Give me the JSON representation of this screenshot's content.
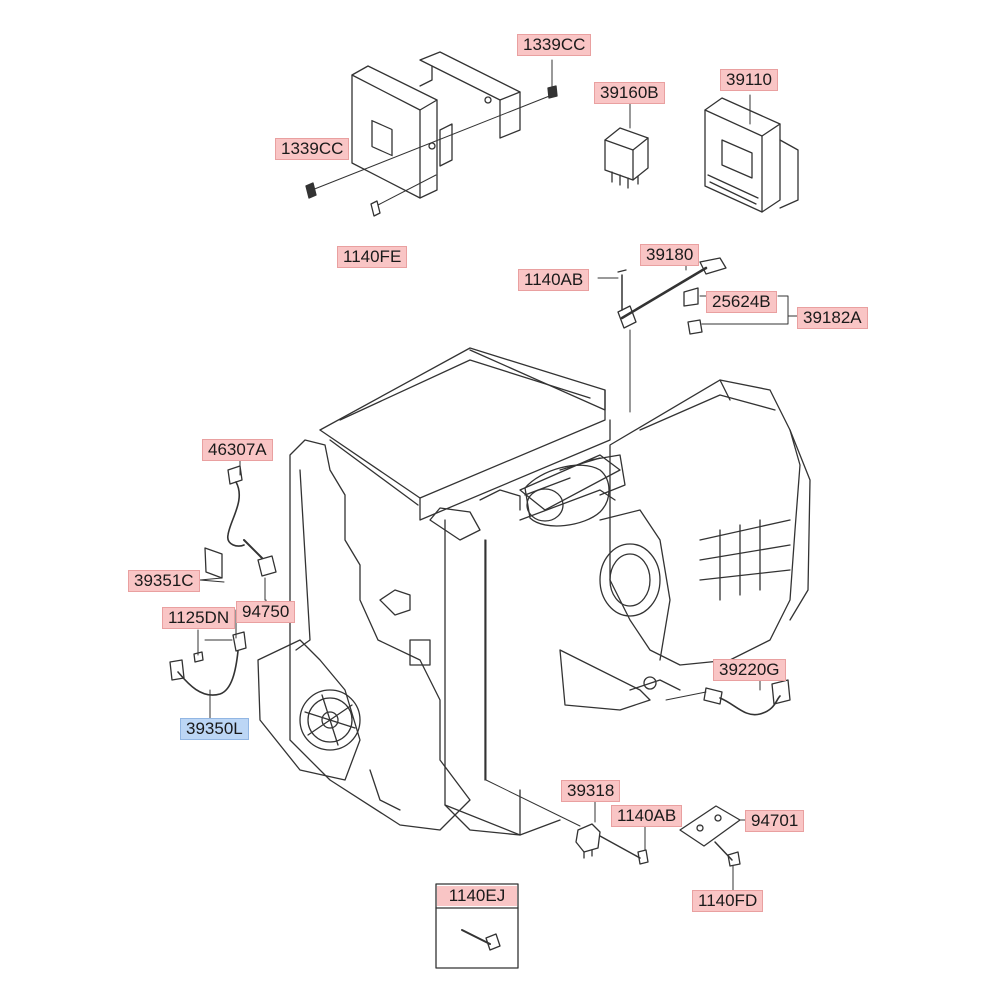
{
  "diagram": {
    "parts": [
      {
        "id": "p1339cc_top",
        "code": "1339CC"
      },
      {
        "id": "p39160b",
        "code": "39160B"
      },
      {
        "id": "p39110",
        "code": "39110"
      },
      {
        "id": "p1339cc_left",
        "code": "1339CC"
      },
      {
        "id": "p1140fe",
        "code": "1140FE"
      },
      {
        "id": "p39180",
        "code": "39180"
      },
      {
        "id": "p1140ab_top",
        "code": "1140AB"
      },
      {
        "id": "p25624b",
        "code": "25624B"
      },
      {
        "id": "p39182a",
        "code": "39182A"
      },
      {
        "id": "p46307a",
        "code": "46307A"
      },
      {
        "id": "p39351c",
        "code": "39351C"
      },
      {
        "id": "p1125dn",
        "code": "1125DN"
      },
      {
        "id": "p94750",
        "code": "94750"
      },
      {
        "id": "p39350l",
        "code": "39350L",
        "selected": true
      },
      {
        "id": "p39220g",
        "code": "39220G"
      },
      {
        "id": "p39318",
        "code": "39318"
      },
      {
        "id": "p1140ab_bot",
        "code": "1140AB"
      },
      {
        "id": "p94701",
        "code": "94701"
      },
      {
        "id": "p1140fd",
        "code": "1140FD"
      }
    ],
    "boxed_part": {
      "code": "1140EJ"
    },
    "colors": {
      "label_bg": "#f9c5c5",
      "label_selected_bg": "#bcd6f5",
      "line": "#333333"
    }
  }
}
